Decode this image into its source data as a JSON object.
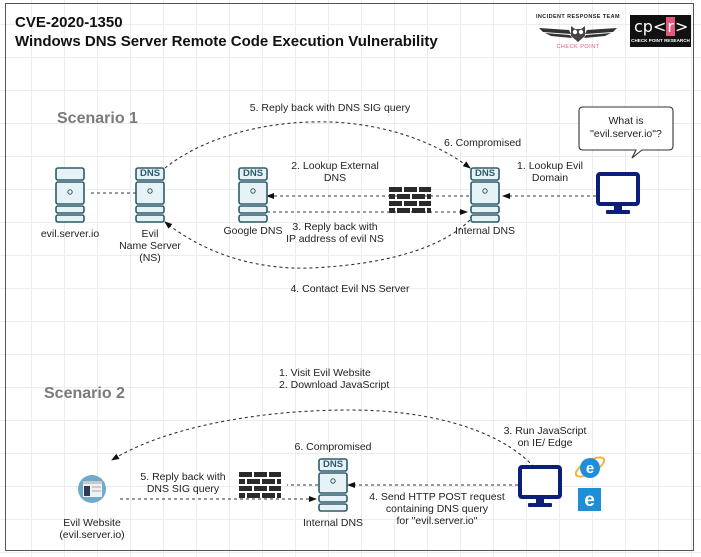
{
  "header": {
    "title_line1": "CVE-2020-1350",
    "title_line2": "Windows DNS Server Remote Code Execution Vulnerability",
    "logo_irt_top": "INCIDENT RESPONSE TEAM",
    "logo_irt_bottom": "CHECK POINT",
    "logo_cpr_main_left": "cp<",
    "logo_cpr_main_mid": "r",
    "logo_cpr_main_right": ">",
    "logo_cpr_sub": "CHECK POINT RESEARCH"
  },
  "colors": {
    "server_stroke": "#2b5d6b",
    "server_fill": "#e7f2f6",
    "monitor": "#0b1f7a",
    "firewall": "#2a2a2a",
    "scenario_label": "#7a7a7a",
    "website_circle": "#6fa9cc",
    "ie_blue": "#1e8fd6",
    "cpr_pink": "#e3577d"
  },
  "scenario1": {
    "label": "Scenario 1",
    "nodes": {
      "evil_server": "evil.server.io",
      "evil_ns_line1": "Evil",
      "evil_ns_line2": "Name Server",
      "evil_ns_line3": "(NS)",
      "google_dns": "Google DNS",
      "internal_dns": "Internal DNS",
      "dns_badge": "DNS"
    },
    "speech_bubble": {
      "line1": "What is",
      "line2": "\"evil.server.io\"?"
    },
    "steps": {
      "s1_line1": "1. Lookup Evil",
      "s1_line2": "Domain",
      "s2_line1": "2. Lookup External",
      "s2_line2": "DNS",
      "s3_line1": "3. Reply back with",
      "s3_line2": "IP address of evil NS",
      "s4": "4. Contact Evil NS Server",
      "s5": "5. Reply back with DNS SIG query",
      "s6": "6. Compromised"
    }
  },
  "scenario2": {
    "label": "Scenario 2",
    "nodes": {
      "evil_website_line1": "Evil Website",
      "evil_website_line2": "(evil.server.io)",
      "internal_dns": "Internal DNS",
      "dns_badge": "DNS"
    },
    "steps": {
      "s12_line1": "1. Visit Evil Website",
      "s12_line2": "2. Download JavaScript",
      "s3_line1": "3. Run JavaScript",
      "s3_line2": "on IE/ Edge",
      "s4_line1": "4. Send HTTP POST request",
      "s4_line2": "containing DNS query",
      "s4_line3": "for \"evil.server.io\"",
      "s5_line1": "5. Reply back with",
      "s5_line2": "DNS SIG query",
      "s6": "6. Compromised"
    },
    "browser_icons": [
      "internet-explorer-icon",
      "edge-legacy-icon"
    ]
  }
}
